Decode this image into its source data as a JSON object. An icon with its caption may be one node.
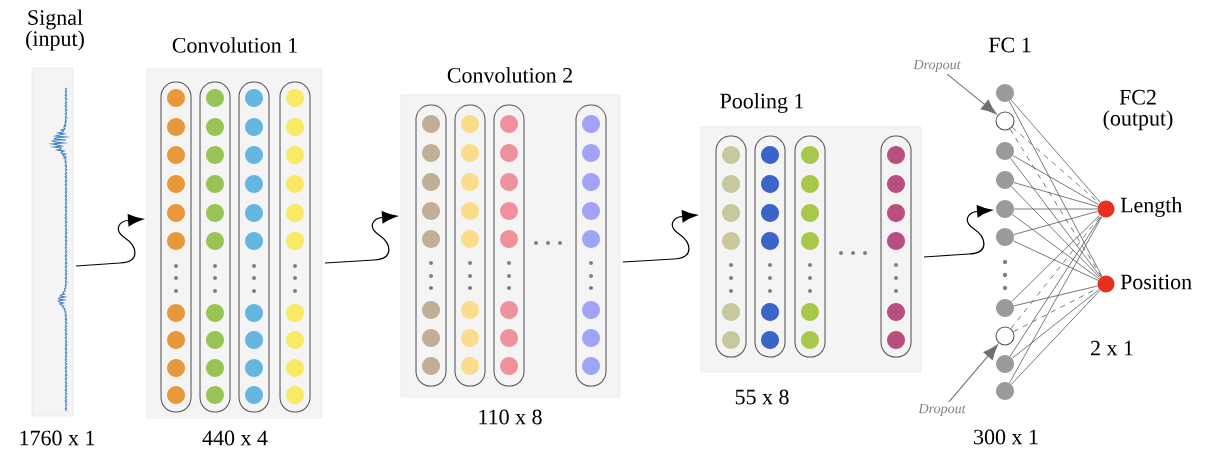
{
  "diagram": {
    "nodes": [
      {
        "text": [
          "Signal (input)"
        ],
        "beside": [
          "1760 x 1"
        ]
      },
      {
        "text": [
          "Convolution 1"
        ],
        "beside": [
          "440 x 4"
        ]
      },
      {
        "text": [
          "Convolution 2"
        ],
        "beside": [
          "110 x 8"
        ]
      },
      {
        "text": [
          "Pooling 1"
        ],
        "beside": [
          "55 x 8"
        ]
      },
      {
        "text": [],
        "shape": "circle"
      },
      {
        "text": [],
        "shape": "circle"
      },
      {
        "text": [],
        "shape": "circle"
      },
      {
        "text": [],
        "shape": "circle"
      },
      {
        "text": [],
        "shape": "circle"
      },
      {
        "text": [],
        "shape": "circle"
      },
      {
        "text": [],
        "shape": "circle"
      },
      {
        "text": [],
        "shape": "circle"
      },
      {
        "text": [],
        "shape": "circle"
      },
      {
        "text": [],
        "shape": "circle"
      },
      {
        "text": [],
        "shape": "circle",
        "beside": [
          "Length"
        ]
      },
      {
        "text": [],
        "shape": "circle",
        "beside": [
          "Position"
        ]
      },
      {
        "text": [
          "Dropout"
        ]
      },
      {
        "text": [
          "Dropout"
        ]
      }
    ],
    "edges": [
      {
        "from": 0,
        "to": 1,
        "arrow": "to"
      },
      {
        "from": 1,
        "to": 2,
        "arrow": "to"
      },
      {
        "from": 2,
        "to": 3,
        "arrow": "to"
      },
      {
        "from": 3,
        "to": 8,
        "arrow": "to"
      },
      {
        "from": 16,
        "to": 5,
        "arrow": "to",
        "color": "#707070"
      },
      {
        "from": 17,
        "to": 11,
        "arrow": "to",
        "color": "#707070"
      },
      {
        "from": 4,
        "to": 14,
        "arrow": "none"
      },
      {
        "from": 4,
        "to": 15,
        "arrow": "none"
      },
      {
        "from": 5,
        "to": 14,
        "arrow": "none",
        "style": "dashed"
      },
      {
        "from": 5,
        "to": 15,
        "arrow": "none",
        "style": "dashed"
      },
      {
        "from": 6,
        "to": 14,
        "arrow": "none"
      },
      {
        "from": 6,
        "to": 15,
        "arrow": "none"
      },
      {
        "from": 7,
        "to": 14,
        "arrow": "none"
      },
      {
        "from": 7,
        "to": 15,
        "arrow": "none"
      },
      {
        "from": 8,
        "to": 14,
        "arrow": "none"
      },
      {
        "from": 8,
        "to": 15,
        "arrow": "none"
      },
      {
        "from": 9,
        "to": 14,
        "arrow": "none"
      },
      {
        "from": 9,
        "to": 15,
        "arrow": "none"
      },
      {
        "from": 10,
        "to": 14,
        "arrow": "none"
      },
      {
        "from": 10,
        "to": 15,
        "arrow": "none"
      },
      {
        "from": 11,
        "to": 14,
        "arrow": "none",
        "style": "dashed"
      },
      {
        "from": 11,
        "to": 15,
        "arrow": "none",
        "style": "dashed"
      },
      {
        "from": 12,
        "to": 14,
        "arrow": "none"
      },
      {
        "from": 12,
        "to": 15,
        "arrow": "none"
      },
      {
        "from": 13,
        "to": 14,
        "arrow": "none"
      },
      {
        "from": 13,
        "to": 15,
        "arrow": "none"
      }
    ],
    "labels": [
      "FC 1",
      "FC2 (output)",
      "2 x 1",
      "300 x 1"
    ]
  }
}
